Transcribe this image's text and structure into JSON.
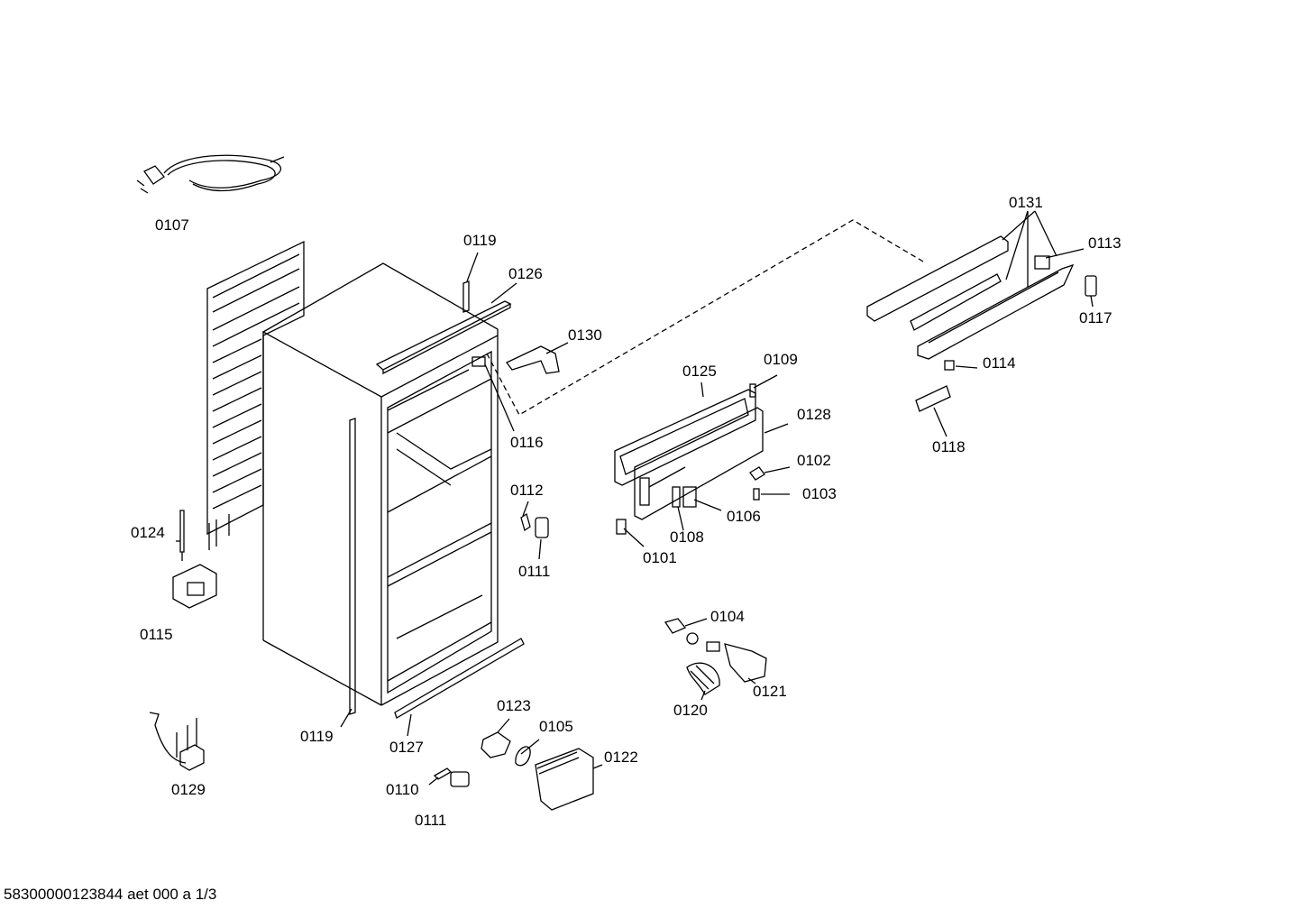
{
  "diagram": {
    "part_labels": {
      "p0107": "0107",
      "p0119_top": "0119",
      "p0126": "0126",
      "p0130": "0130",
      "p0116": "0116",
      "p0124": "0124",
      "p0115": "0115",
      "p0119_bottom": "0119",
      "p0127": "0127",
      "p0129": "0129",
      "p0112": "0112",
      "p0111_mid": "0111",
      "p0123": "0123",
      "p0105": "0105",
      "p0122": "0122",
      "p0110": "0110",
      "p0111_bottom": "0111",
      "p0125": "0125",
      "p0109": "0109",
      "p0128": "0128",
      "p0102": "0102",
      "p0103": "0103",
      "p0106": "0106",
      "p0108": "0108",
      "p0101": "0101",
      "p0104": "0104",
      "p0120": "0120",
      "p0121": "0121",
      "p0131": "0131",
      "p0113": "0113",
      "p0117": "0117",
      "p0114": "0114",
      "p0118": "0118"
    },
    "footer": "58300000123844 aet 000 a 1/3"
  }
}
